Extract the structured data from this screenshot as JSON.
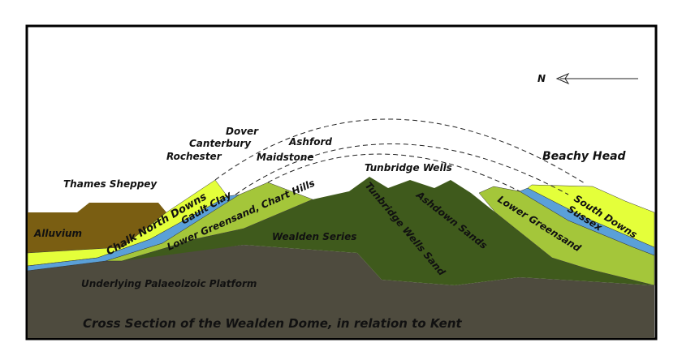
{
  "title": "Cross Section of the Wealden Dome, in relation to Kent",
  "north_label": "N",
  "places": {
    "thames_sheppey": "Thames Sheppey",
    "rochester": "Rochester",
    "canterbury": "Canterbury",
    "dover": "Dover",
    "maidstone": "Maidstone",
    "ashford": "Ashford",
    "tunbridge_wells": "Tunbridge Wells",
    "beachy_head": "Beachy Head"
  },
  "layers": {
    "alluvium": "Alluvium",
    "chalk_north_downs": "Chalk North Downs",
    "gault_clay": "Gault Clay",
    "lower_greensand_chart_hills": "Lower Greensand, Chart Hills",
    "wealden_series": "Wealden Series",
    "tunbridge_wells_sand": "Tunbridge Wells Sand",
    "ashdown_sands": "Ashdown Sands",
    "lower_greensand_south": "Lower Greensand",
    "south_downs": "South Downs",
    "sussex": "Sussex",
    "platform": "Underlying Palaeolzoic Platform"
  },
  "colors": {
    "frame": "#000000",
    "platform": "#4e4b3e",
    "wealden": "#3f5a1c",
    "greensand": "#a4c63a",
    "gault": "#5aa0d8",
    "chalk": "#e4ff3a",
    "alluvium": "#7a5e12"
  }
}
